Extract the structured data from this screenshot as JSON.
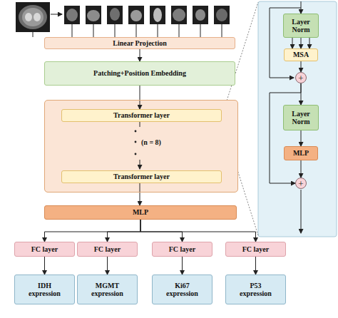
{
  "diagram": {
    "nodes": [
      {
        "text": [
          "Linear Projection"
        ]
      },
      {
        "text": [
          "Patching+Position Embedding"
        ]
      },
      {
        "text": [
          "(n = 8)"
        ]
      },
      {
        "text": [
          "Transformer layer"
        ],
        "in": 2
      },
      {
        "text": [
          "Transformer layer"
        ],
        "in": 2
      },
      {
        "text": [
          "MLP"
        ]
      },
      {
        "text": [
          "FC layer"
        ]
      },
      {
        "text": [
          "FC layer"
        ]
      },
      {
        "text": [
          "FC layer"
        ]
      },
      {
        "text": [
          "FC layer"
        ]
      },
      {
        "text": [
          "IDH expression"
        ]
      },
      {
        "text": [
          "MGMT expression"
        ]
      },
      {
        "text": [
          "Ki67 expression"
        ]
      },
      {
        "text": [
          "P53 expression"
        ]
      },
      {
        "text": [
          "Layer Norm"
        ]
      },
      {
        "text": [
          "MSA"
        ]
      },
      {
        "text": [
          "+"
        ]
      },
      {
        "text": [
          "Layer Norm"
        ]
      },
      {
        "text": [
          "MLP"
        ]
      },
      {
        "text": [
          "+"
        ]
      }
    ],
    "edges": [
      {
        "from": 0,
        "to": 1,
        "arrow": "to"
      },
      {
        "from": 1,
        "to": 3,
        "arrow": "to"
      },
      {
        "from": 4,
        "to": 5,
        "arrow": "to"
      },
      {
        "from": 5,
        "to": 6,
        "arrow": "to"
      },
      {
        "from": 5,
        "to": 7,
        "arrow": "to"
      },
      {
        "from": 5,
        "to": 8,
        "arrow": "to"
      },
      {
        "from": 5,
        "to": 9,
        "arrow": "to"
      },
      {
        "from": 6,
        "to": 10,
        "arrow": "to"
      },
      {
        "from": 7,
        "to": 11,
        "arrow": "to"
      },
      {
        "from": 8,
        "to": 12,
        "arrow": "to"
      },
      {
        "from": 9,
        "to": 13,
        "arrow": "to"
      },
      {
        "from": 14,
        "to": 15,
        "arrow": "to"
      },
      {
        "from": 15,
        "to": 16,
        "arrow": "to"
      },
      {
        "from": 16,
        "to": 17,
        "arrow": "to"
      },
      {
        "from": 17,
        "to": 18,
        "arrow": "to"
      },
      {
        "from": 18,
        "to": 19,
        "arrow": "to"
      },
      {
        "from": 16,
        "to": 19,
        "arrow": "to"
      }
    ]
  }
}
